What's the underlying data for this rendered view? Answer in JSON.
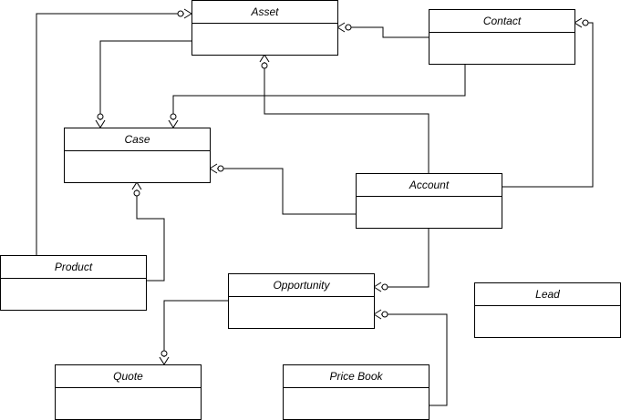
{
  "diagram": {
    "entities": [
      {
        "id": "asset",
        "name": "Asset"
      },
      {
        "id": "contact",
        "name": "Contact"
      },
      {
        "id": "case",
        "name": "Case"
      },
      {
        "id": "account",
        "name": "Account"
      },
      {
        "id": "product",
        "name": "Product"
      },
      {
        "id": "opportunity",
        "name": "Opportunity"
      },
      {
        "id": "lead",
        "name": "Lead"
      },
      {
        "id": "quote",
        "name": "Quote"
      },
      {
        "id": "price_book",
        "name": "Price Book"
      }
    ],
    "relationships": [
      {
        "from": "product",
        "to": "asset",
        "cardinality": "zero-or-many"
      },
      {
        "from": "contact",
        "to": "asset",
        "cardinality": "zero-or-many"
      },
      {
        "from": "asset",
        "to": "case",
        "cardinality": "zero-or-many"
      },
      {
        "from": "contact",
        "to": "case",
        "cardinality": "zero-or-many"
      },
      {
        "from": "account",
        "to": "asset",
        "cardinality": "zero-or-many"
      },
      {
        "from": "account",
        "to": "case",
        "cardinality": "zero-or-many"
      },
      {
        "from": "account",
        "to": "contact",
        "cardinality": "zero-or-many"
      },
      {
        "from": "product",
        "to": "case",
        "cardinality": "zero-or-many"
      },
      {
        "from": "account",
        "to": "opportunity",
        "cardinality": "zero-or-many"
      },
      {
        "from": "price_book",
        "to": "opportunity",
        "cardinality": "zero-or-many"
      },
      {
        "from": "opportunity",
        "to": "quote",
        "cardinality": "zero-or-many"
      }
    ]
  }
}
